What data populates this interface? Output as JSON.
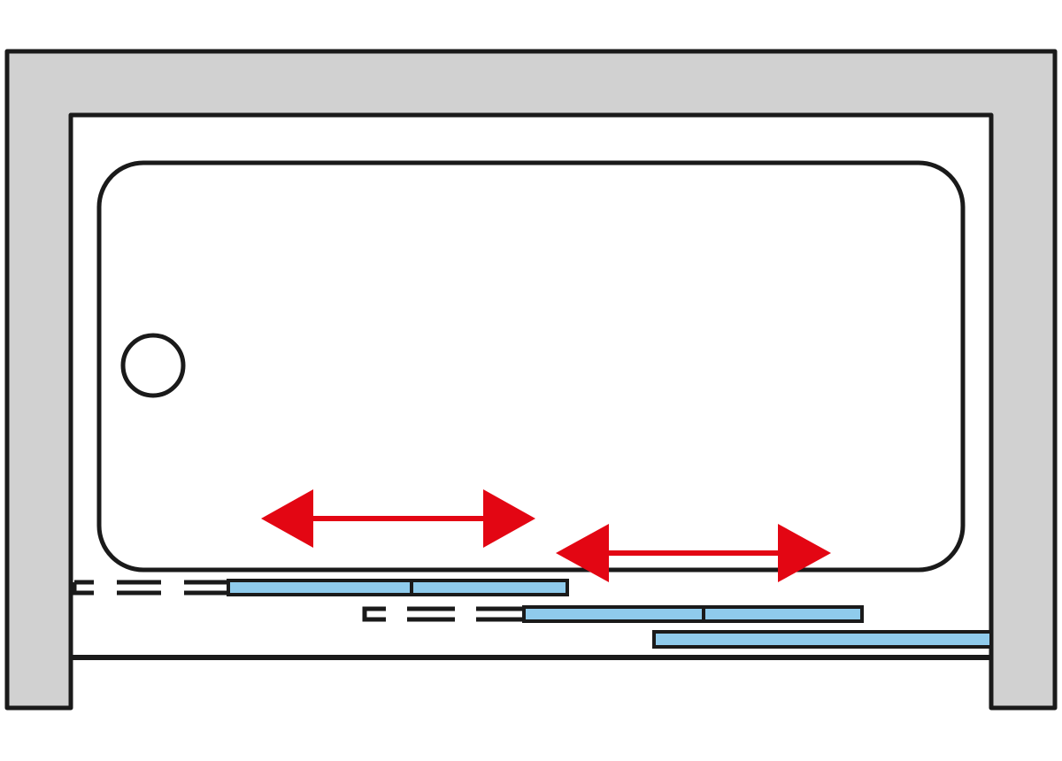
{
  "diagram": {
    "kind": "sliding bath screen plan view",
    "colors": {
      "wall_fill": "#d1d1d1",
      "outline": "#1a1a1a",
      "background": "#ffffff",
      "glass_fill": "#8fcbec",
      "arrow": "#e30613"
    },
    "parts": {
      "wall": "wall-icon",
      "bathtub": "bathtub-icon",
      "drain": "drain-icon",
      "glass_panels": 3,
      "movement_arrows": 2
    }
  }
}
